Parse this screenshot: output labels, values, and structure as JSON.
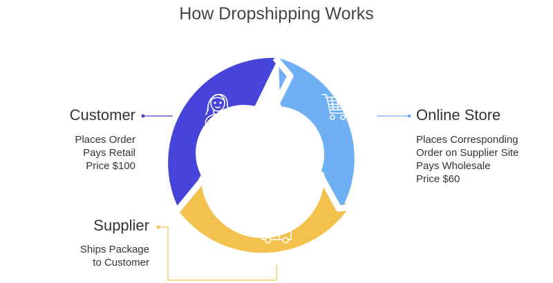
{
  "title": "How Dropshipping Works",
  "colors": {
    "customer": "#4745D9",
    "store": "#6FAFF3",
    "supplier": "#F2C14E"
  },
  "stages": {
    "customer": {
      "name": "Customer",
      "lines": [
        "Places Order",
        "Pays Retail",
        "Price $100"
      ],
      "icon": "woman-avatar-icon"
    },
    "store": {
      "name": "Online Store",
      "lines": [
        "Places Corresponding",
        "Order on Supplier Site",
        "Pays Wholesale",
        "Price $60"
      ],
      "icon": "shopping-cart-icon"
    },
    "supplier": {
      "name": "Supplier",
      "lines": [
        "Ships Package",
        "to Customer"
      ],
      "icon": "delivery-car-icon"
    }
  }
}
